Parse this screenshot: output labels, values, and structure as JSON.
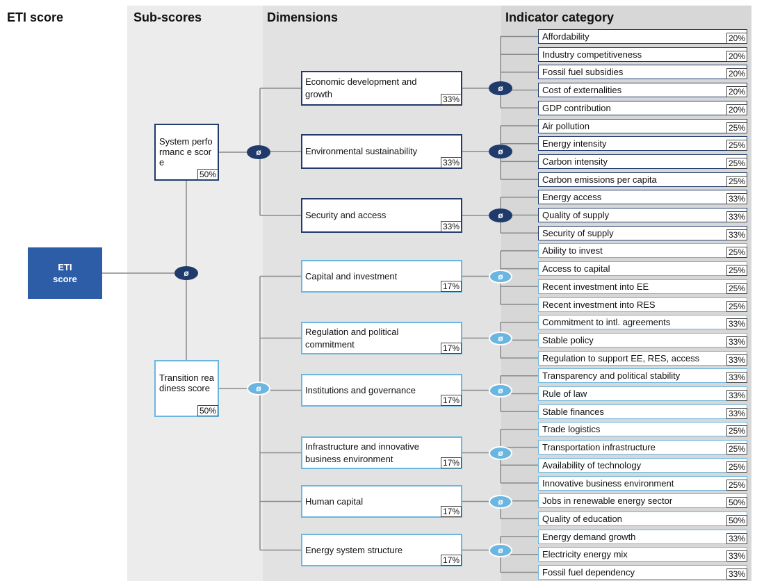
{
  "headers": {
    "eti": "ETI score",
    "sub": "Sub-scores",
    "dim": "Dimensions",
    "ind": "Indicator category"
  },
  "avg_symbol": "ø",
  "root": {
    "line1": "ETI",
    "line2": "score"
  },
  "colors": {
    "root_fill": "#2e5da8",
    "dark": "#1f3a6b",
    "light": "#6bb6e0",
    "band_sub": "#ececec",
    "band_dim": "#e2e2e2",
    "band_ind": "#d7d7d7"
  },
  "subscores": [
    {
      "label": "System performanc e score",
      "pct": "50%",
      "tone": "dark"
    },
    {
      "label": "Transition readiness score",
      "pct": "50%",
      "tone": "light"
    }
  ],
  "dimensions": [
    {
      "label": "Economic development and growth",
      "pct": "33%",
      "tone": "dark",
      "indicators": [
        {
          "label": "Affordability",
          "pct": "20%"
        },
        {
          "label": "Industry competitiveness",
          "pct": "20%"
        },
        {
          "label": "Fossil fuel subsidies",
          "pct": "20%"
        },
        {
          "label": "Cost of externalities",
          "pct": "20%"
        },
        {
          "label": "GDP contribution",
          "pct": "20%"
        }
      ]
    },
    {
      "label": "Environmental sustainability",
      "pct": "33%",
      "tone": "dark",
      "indicators": [
        {
          "label": "Air pollution",
          "pct": "25%"
        },
        {
          "label": "Energy intensity",
          "pct": "25%"
        },
        {
          "label": "Carbon intensity",
          "pct": "25%"
        },
        {
          "label": "Carbon emissions per capita",
          "pct": "25%"
        }
      ]
    },
    {
      "label": "Security and access",
      "pct": "33%",
      "tone": "dark",
      "indicators": [
        {
          "label": "Energy access",
          "pct": "33%"
        },
        {
          "label": "Quality of supply",
          "pct": "33%"
        },
        {
          "label": "Security of supply",
          "pct": "33%"
        }
      ]
    },
    {
      "label": "Capital and investment",
      "pct": "17%",
      "tone": "light",
      "indicators": [
        {
          "label": "Ability to invest",
          "pct": "25%"
        },
        {
          "label": "Access to capital",
          "pct": "25%"
        },
        {
          "label": "Recent investment into EE",
          "pct": "25%"
        },
        {
          "label": "Recent investment into RES",
          "pct": "25%"
        }
      ]
    },
    {
      "label": "Regulation and political commitment",
      "pct": "17%",
      "tone": "light",
      "indicators": [
        {
          "label": "Commitment to intl. agreements",
          "pct": "33%"
        },
        {
          "label": "Stable policy",
          "pct": "33%"
        },
        {
          "label": "Regulation to support EE, RES, access",
          "pct": "33%"
        }
      ]
    },
    {
      "label": "Institutions and governance",
      "pct": "17%",
      "tone": "light",
      "indicators": [
        {
          "label": "Transparency and political stability",
          "pct": "33%"
        },
        {
          "label": "Rule of law",
          "pct": "33%"
        },
        {
          "label": "Stable finances",
          "pct": "33%"
        }
      ]
    },
    {
      "label": "Infrastructure and innovative business environment",
      "pct": "17%",
      "tone": "light",
      "indicators": [
        {
          "label": "Trade logistics",
          "pct": "25%"
        },
        {
          "label": "Transportation infrastructure",
          "pct": "25%"
        },
        {
          "label": "Availability of technology",
          "pct": "25%"
        },
        {
          "label": "Innovative business environment",
          "pct": "25%"
        }
      ]
    },
    {
      "label": "Human capital",
      "pct": "17%",
      "tone": "light",
      "indicators": [
        {
          "label": "Jobs in renewable energy sector",
          "pct": "50%"
        },
        {
          "label": "Quality of education",
          "pct": "50%"
        }
      ]
    },
    {
      "label": "Energy system structure",
      "pct": "17%",
      "tone": "light",
      "indicators": [
        {
          "label": "Energy demand growth",
          "pct": "33%"
        },
        {
          "label": "Electricity energy mix",
          "pct": "33%"
        },
        {
          "label": "Fossil fuel dependency",
          "pct": "33%"
        }
      ]
    }
  ]
}
